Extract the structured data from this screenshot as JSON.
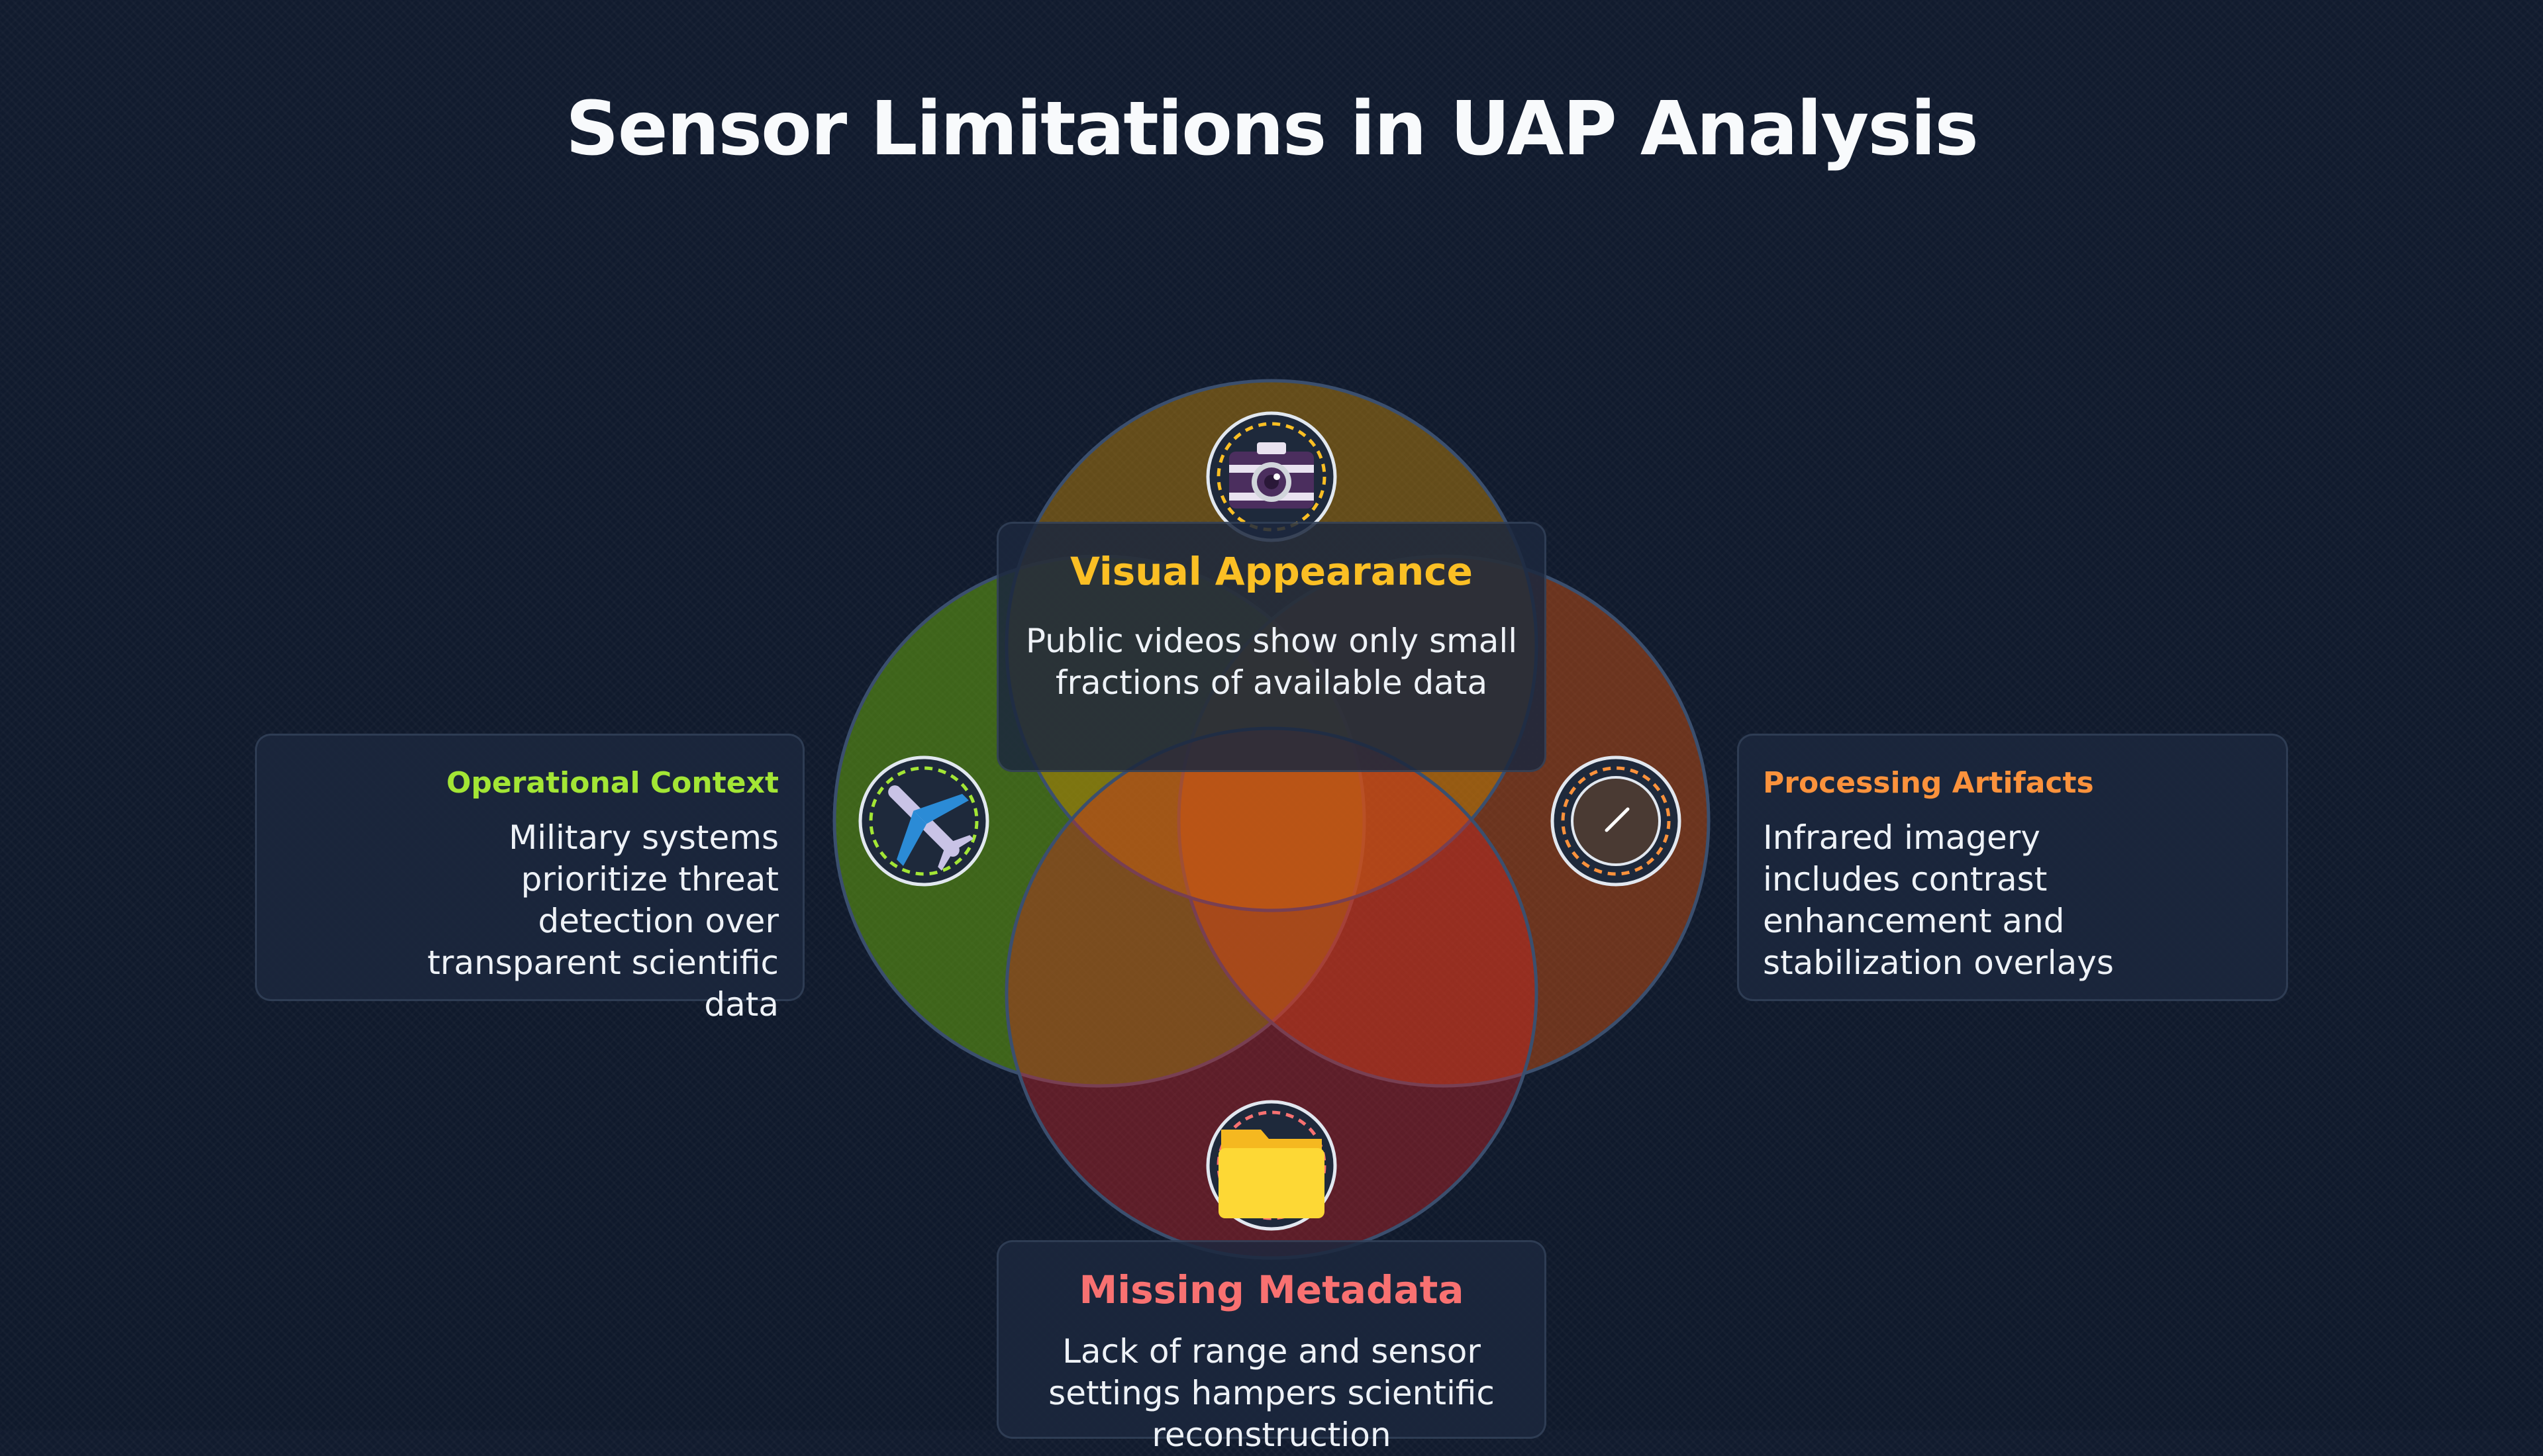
{
  "title": "Sensor Limitations in UAP Analysis",
  "colors": {
    "visual": "#fbbf24",
    "operational": "#a3e635",
    "processing": "#fb923c",
    "metadata": "#f87171"
  },
  "sections": {
    "visual": {
      "heading": "Visual Appearance",
      "text": "Public videos show only small fractions of available data",
      "icon": "camera-icon"
    },
    "operational": {
      "heading": "Operational Context",
      "text": "Military systems prioritize threat detection over transparent scientific data",
      "icon": "airplane-icon"
    },
    "processing": {
      "heading": "Processing Artifacts",
      "text": "Infrared imagery includes contrast enhancement and stabilization overlays",
      "icon": "gauge-icon"
    },
    "metadata": {
      "heading": "Missing Metadata",
      "text": "Lack of range and sensor settings hampers scientific reconstruction",
      "icon": "folder-icon"
    }
  }
}
